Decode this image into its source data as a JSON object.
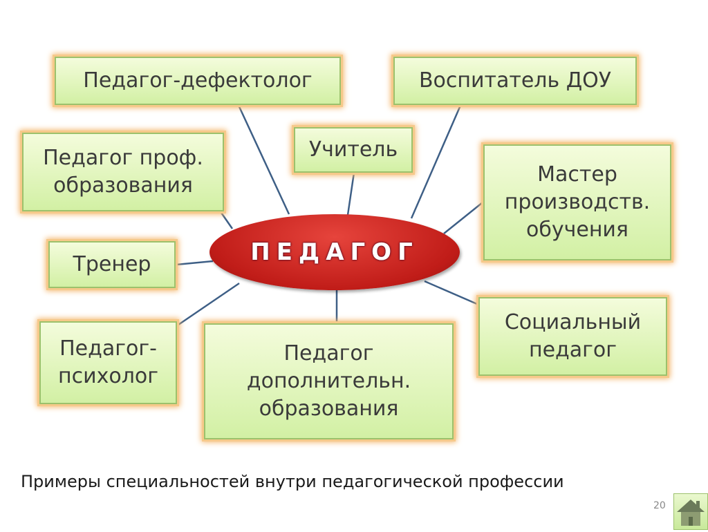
{
  "center": "ПЕДАГОГ",
  "boxes": {
    "defectolog": "Педагог-дефектолог",
    "vospitatel": "Воспитатель ДОУ",
    "uchitel": "Учитель",
    "prof": "Педагог проф. образования",
    "master": "Мастер производств. обучения",
    "trener": "Тренер",
    "social": "Социальный педагог",
    "psiholog": "Педагог-психолог",
    "dop": "Педагог дополнительн. образования"
  },
  "caption": "Примеры специальностей внутри педагогической профессии",
  "page_number": "20",
  "nav_icon": "home-icon"
}
